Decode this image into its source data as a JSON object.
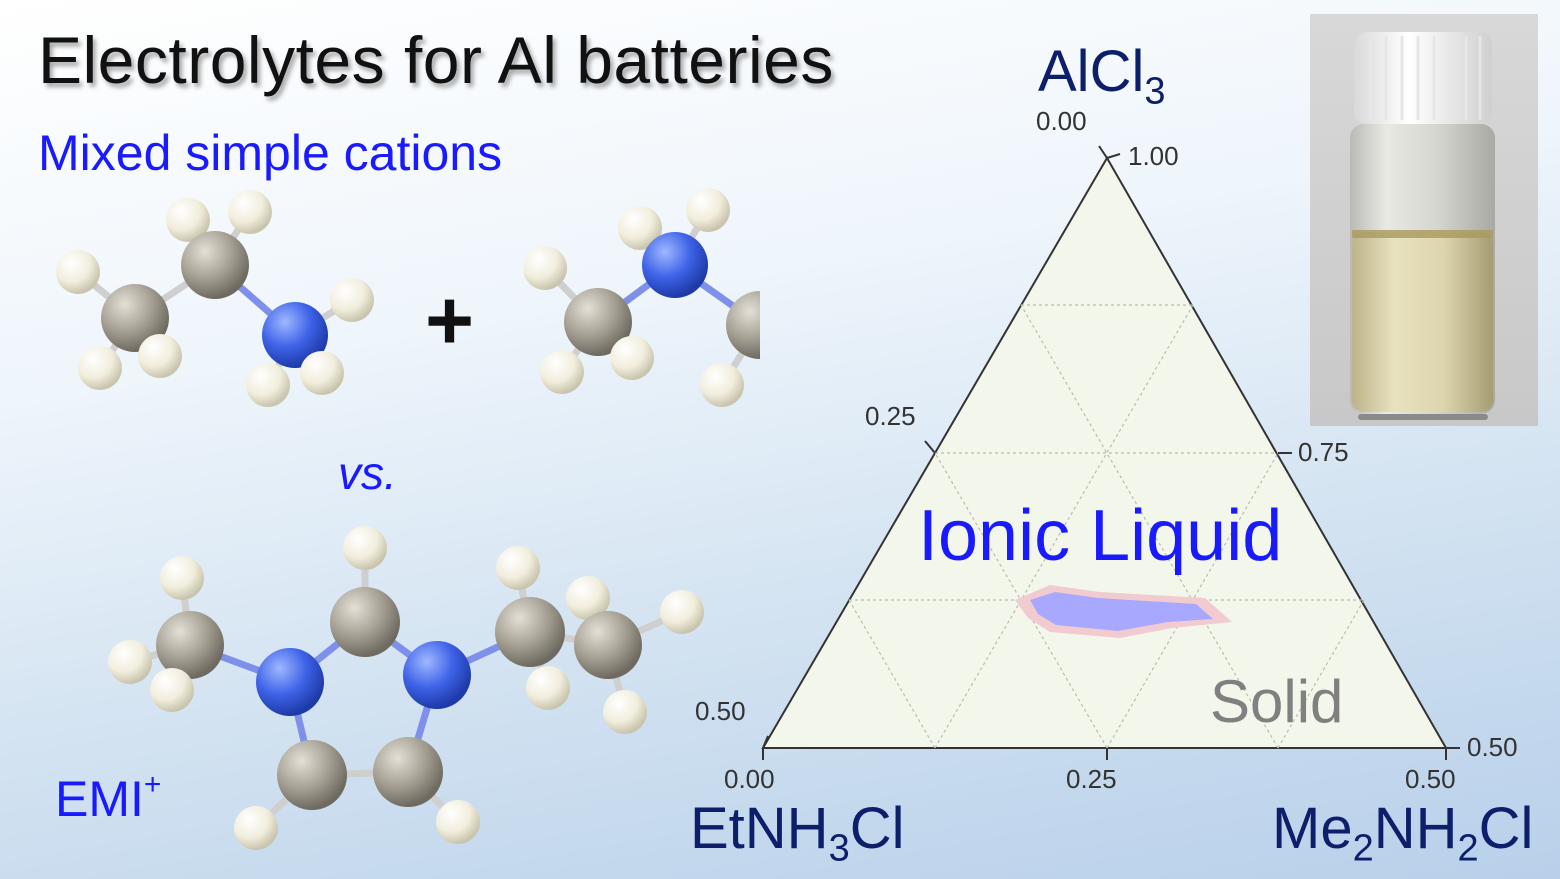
{
  "title": "Electrolytes for Al batteries",
  "subtitle": "Mixed simple cations",
  "plus_sign": "+",
  "vs_label": "vs.",
  "emi_label": "EMI",
  "emi_charge": "+",
  "corners": {
    "top": {
      "base": "AlCl",
      "sub": "3"
    },
    "left": {
      "base": "EtNH",
      "sub": "3",
      "tail": "Cl"
    },
    "right": {
      "base": "Me",
      "sub": "2",
      "mid": "NH",
      "sub2": "2",
      "tail": "Cl"
    }
  },
  "region_labels": {
    "ionic_liquid": "Ionic Liquid",
    "solid": "Solid"
  },
  "ticks": {
    "top_left": "0.00",
    "top_right": "1.00",
    "left_mid": "0.25",
    "right_mid": "0.75",
    "left_low": "0.50",
    "right_low": "0.50",
    "bottom_left": "0.00",
    "bottom_mid": "0.25",
    "bottom_right": "0.50"
  },
  "colors": {
    "ionic_liquid_region": "#a8a8ff",
    "ionic_liquid_border": "#e8b0b8",
    "triangle_fill": "#f3f6ea",
    "label_blue": "#1a1aff",
    "corner_navy": "#0d1f6b",
    "solid_gray": "#808080",
    "nitrogen_atom": "#3f63e8",
    "carbon_atom": "#a8a296",
    "hydrogen_atom": "#f1eedd"
  }
}
